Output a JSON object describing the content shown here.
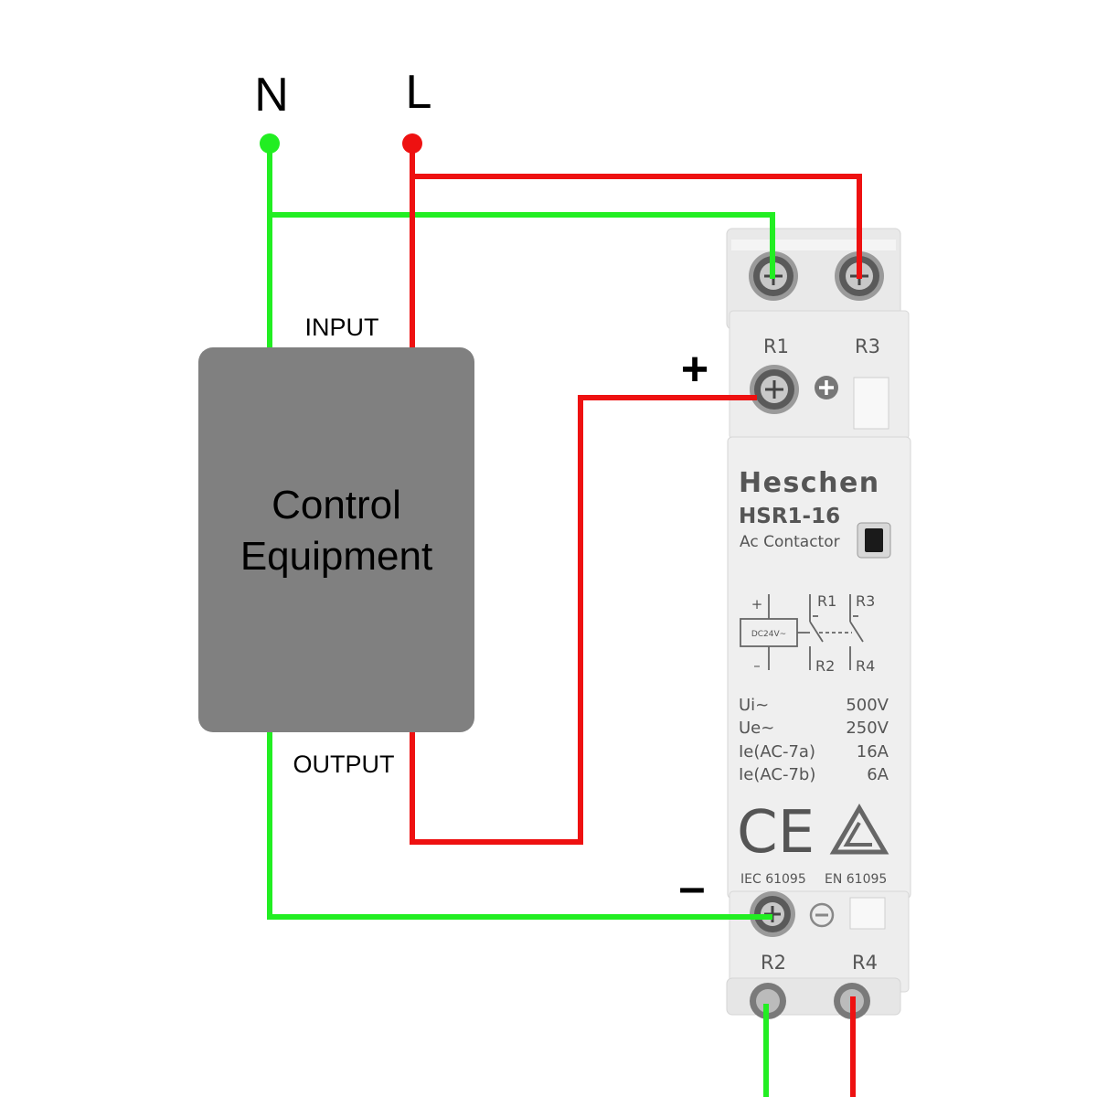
{
  "colors": {
    "neutral_wire": "#22ee22",
    "live_wire": "#ee1111",
    "control_box": "#808080",
    "control_text": "#ffffff",
    "device_body": "#ececec",
    "device_label": "#555555"
  },
  "terminals": {
    "neutral": "N",
    "live": "L"
  },
  "control_box": {
    "title_line1": "Control",
    "title_line2": "Equipment",
    "input_label": "INPUT",
    "output_label": "OUTPUT"
  },
  "coil_labels": {
    "plus": "+",
    "minus": "–"
  },
  "contactor": {
    "brand": "Heschen",
    "model": "HSR1-16",
    "type": "Ac Contactor",
    "top_terminals": [
      "R1",
      "R3"
    ],
    "bottom_terminals": [
      "R2",
      "R4"
    ],
    "schematic": {
      "coil_voltage": "DC24V~",
      "plus": "+",
      "minus": "–",
      "contacts_top": [
        "R1",
        "R3"
      ],
      "contacts_bottom": [
        "R2",
        "R4"
      ]
    },
    "ratings": [
      {
        "label": "Ui~",
        "value": "500V"
      },
      {
        "label": "Ue~",
        "value": "250V"
      },
      {
        "label": "Ie(AC-7a)",
        "value": "16A"
      },
      {
        "label": "Ie(AC-7b)",
        "value": "6A"
      }
    ],
    "certification_mark": "CE",
    "standards": [
      "IEC 61095",
      "EN 61095"
    ]
  }
}
